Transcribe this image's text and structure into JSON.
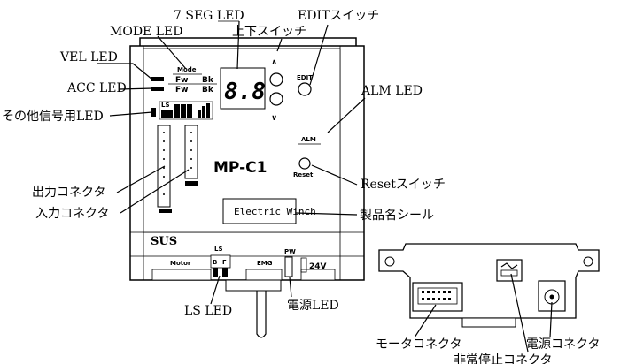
{
  "labels": {
    "seg_led": "7 SEG LED",
    "edit_switch": "EDITスイッチ",
    "mode_led": "MODE LED",
    "updown_switch": "上下スイッチ",
    "vel_led": "VEL LED",
    "acc_led": "ACC LED",
    "other_led": "その他信号用LED",
    "alm_led": "ALM LED",
    "output_connector": "出力コネクタ",
    "input_connector": "入力コネクタ",
    "reset_switch": "Resetスイッチ",
    "product_seal": "製品名シール",
    "ls_led": "LS LED",
    "power_led": "電源LED",
    "motor_connector": "モータコネクタ",
    "power_connector": "電源コネクタ",
    "estop_connector": "非常停止コネクタ"
  },
  "panel": {
    "mode": "Mode",
    "fw": "Fw",
    "bk": "Bk",
    "edit": "EDIT",
    "alm": "ALM",
    "reset": "Reset",
    "model": "MP-C1",
    "product_name": "Electric Winch",
    "brand": "SUS",
    "motor": "Motor",
    "emg": "EMG",
    "ls": "LS",
    "pw": "PW",
    "voltage": "24V",
    "b": "B",
    "f": "F",
    "seg_digits": "8.8."
  }
}
